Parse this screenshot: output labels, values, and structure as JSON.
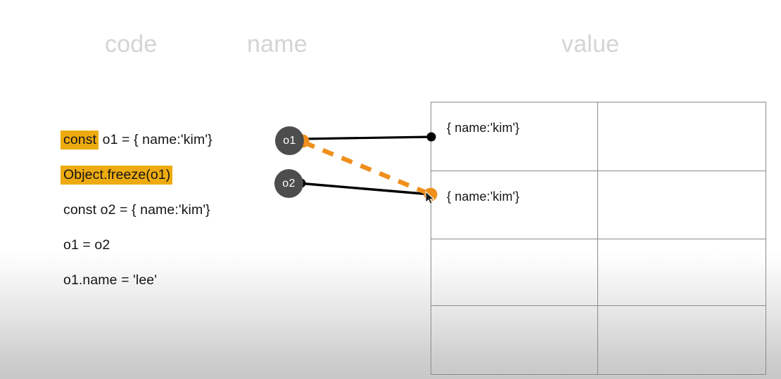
{
  "headers": {
    "code": "code",
    "name": "name",
    "value": "value"
  },
  "colors": {
    "highlight": "#eeab10",
    "node_fill": "#4d4d4d",
    "node_text": "#ffffff",
    "solid_edge": "#000000",
    "dashed_edge": "#ef8f1c",
    "header_text": "#d4d4d4",
    "table_border": "#8a8a8a",
    "body_text": "#151515"
  },
  "code": {
    "lines": [
      {
        "id": "line-0",
        "highlight_text": "const",
        "rest_text": " o1 = { name:'kim'}",
        "highlighted": true
      },
      {
        "id": "line-1",
        "highlight_text": "Object.freeze(o1)",
        "rest_text": "",
        "highlighted": true
      },
      {
        "id": "line-2",
        "highlight_text": "",
        "rest_text": "const o2 = { name:'kim'}",
        "highlighted": false
      },
      {
        "id": "line-3",
        "highlight_text": "",
        "rest_text": "o1 = o2",
        "highlighted": false
      },
      {
        "id": "line-4",
        "highlight_text": "",
        "rest_text": "o1.name = 'lee'",
        "highlighted": false
      }
    ]
  },
  "nodes": [
    {
      "id": "o1",
      "label": "o1"
    },
    {
      "id": "o2",
      "label": "o2"
    }
  ],
  "edges": [
    {
      "id": "edge-o1-row0",
      "from": "o1",
      "to": "row-0",
      "style": "solid",
      "color": "#000000"
    },
    {
      "id": "edge-o2-row1",
      "from": "o2",
      "to": "row-1",
      "style": "solid",
      "color": "#000000"
    },
    {
      "id": "edge-o1-row1",
      "from": "o1",
      "to": "row-1",
      "style": "dashed",
      "color": "#ef8f1c"
    }
  ],
  "table": {
    "rows": [
      {
        "cells": [
          "{ name:'kim'}",
          ""
        ]
      },
      {
        "cells": [
          "{ name:'kim'}",
          ""
        ]
      },
      {
        "cells": [
          "",
          ""
        ]
      },
      {
        "cells": [
          "",
          ""
        ]
      }
    ]
  }
}
